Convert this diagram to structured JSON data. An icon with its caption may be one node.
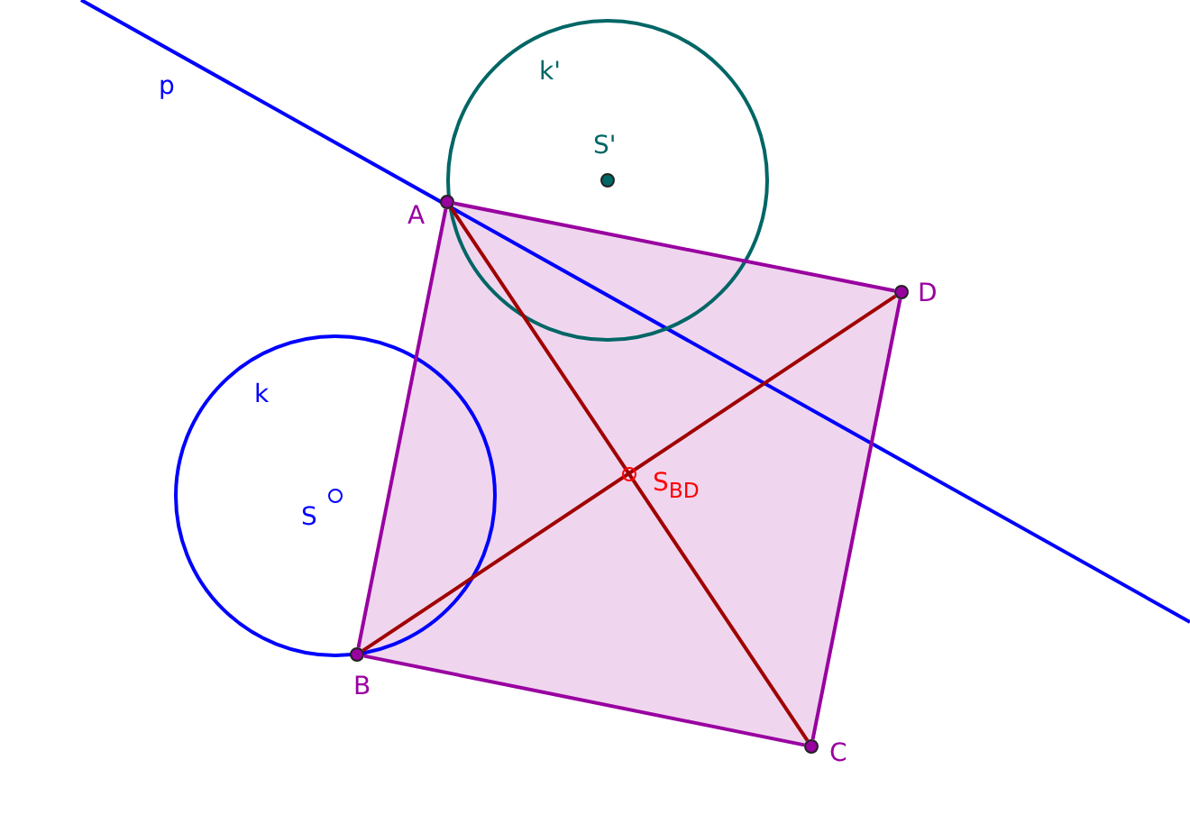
{
  "diagram": {
    "nodes": [
      {
        "text": [
          "A"
        ]
      },
      {
        "text": [
          "B"
        ]
      },
      {
        "text": [
          "C"
        ]
      },
      {
        "text": [
          "D"
        ]
      },
      {
        "text": [
          "S$_{BD}$"
        ]
      },
      {
        "text": [
          "S"
        ]
      },
      {
        "text": [
          "S'"
        ]
      }
    ],
    "edges": [
      {
        "from": 0,
        "to": 1,
        "arrow": "none"
      },
      {
        "from": 1,
        "to": 2,
        "arrow": "none"
      },
      {
        "from": 2,
        "to": 3,
        "arrow": "none"
      },
      {
        "from": 3,
        "to": 0,
        "arrow": "none"
      },
      {
        "from": 0,
        "to": 2,
        "arrow": "none",
        "color": "#a00000"
      },
      {
        "from": 1,
        "to": 3,
        "arrow": "none",
        "color": "#a00000"
      }
    ],
    "labels": [
      "p",
      "k'",
      "k"
    ]
  }
}
